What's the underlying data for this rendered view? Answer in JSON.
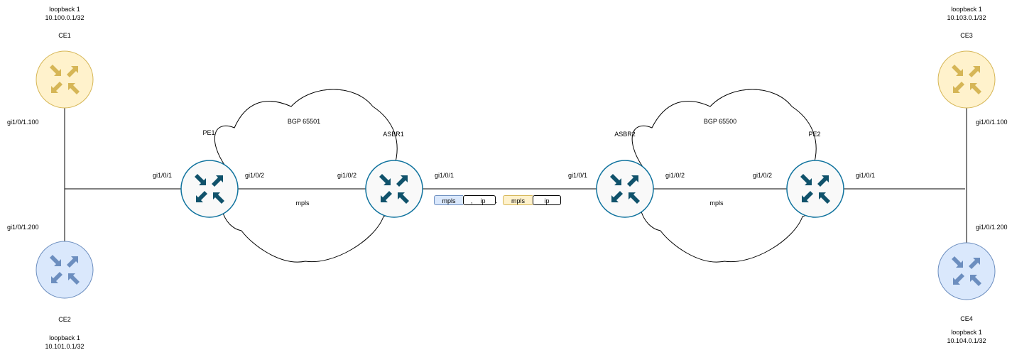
{
  "colors": {
    "core_router_fill": "#f9f9f9",
    "core_router_stroke": "#10739e",
    "core_arrow": "#10526b",
    "ce_orange_fill": "#fff2cc",
    "ce_orange_stroke": "#d6b656",
    "ce_orange_arrow": "#d6b656",
    "ce_blue_fill": "#dae8fc",
    "ce_blue_stroke": "#6c8ebf",
    "ce_blue_arrow": "#6c8ebf",
    "label_blue_fill": "#dae8fc",
    "label_orange_fill": "#fff2cc"
  },
  "routers": {
    "ce1": {
      "name": "CE1",
      "loopback_title": "loopback 1",
      "loopback_ip": "10.100.0.1/32",
      "icon": "router-icon"
    },
    "ce2": {
      "name": "CE2",
      "loopback_title": "loopback 1",
      "loopback_ip": "10.101.0.1/32",
      "icon": "router-icon"
    },
    "ce3": {
      "name": "CE3",
      "loopback_title": "loopback 1",
      "loopback_ip": "10.103.0.1/32",
      "icon": "router-icon"
    },
    "ce4": {
      "name": "CE4",
      "loopback_title": "loopback 1",
      "loopback_ip": "10.104.0.1/32",
      "icon": "router-icon"
    },
    "pe1": {
      "name": "PE1",
      "icon": "router-icon"
    },
    "asbr1": {
      "name": "ASBR1",
      "icon": "router-icon"
    },
    "asbr2": {
      "name": "ASBR2",
      "icon": "router-icon"
    },
    "pe2": {
      "name": "PE2",
      "icon": "router-icon"
    }
  },
  "clouds": {
    "left": {
      "name": "BGP 65501",
      "protocol": "mpls"
    },
    "right": {
      "name": "BGP 65500",
      "protocol": "mpls"
    }
  },
  "interfaces": {
    "ce1_sub": "gi1/0/1.100",
    "ce2_sub": "gi1/0/1.200",
    "pe1_gi1": "gi1/0/1",
    "pe1_gi2": "gi1/0/2",
    "asbr1_gi2": "gi1/0/2",
    "asbr1_gi1": "gi1/0/1",
    "asbr2_gi1": "gi1/0/1",
    "asbr2_gi2": "gi1/0/2",
    "pe2_gi2": "gi1/0/2",
    "pe2_gi1": "gi1/0/1",
    "ce3_sub": "gi1/0/1.100",
    "ce4_sub": "gi1/0/1.200"
  },
  "labels": {
    "stack1": {
      "outer": "mpls",
      "inner": "ip",
      "sep": ","
    },
    "stack2": {
      "outer": "mpls",
      "inner": "ip"
    },
    "between": "."
  }
}
